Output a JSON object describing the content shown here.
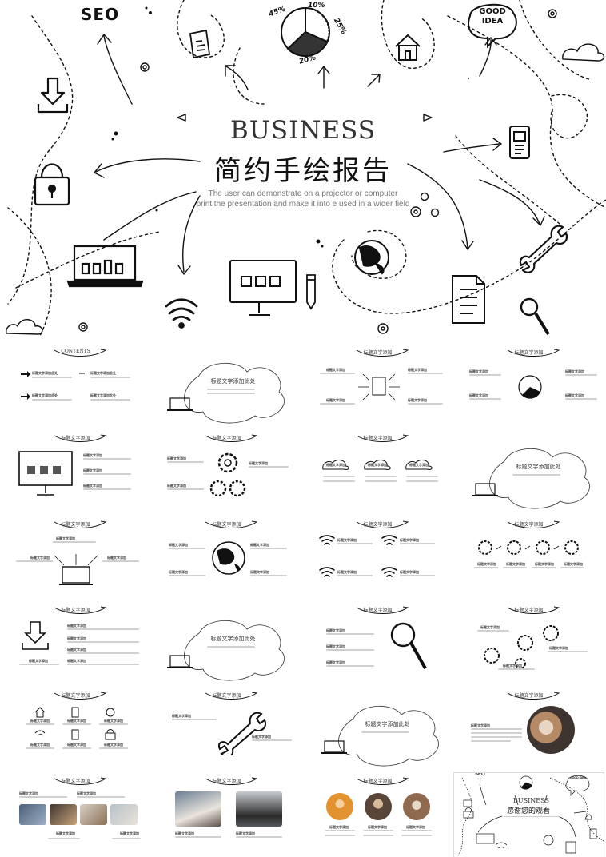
{
  "hero": {
    "title_en": "BUSINESS",
    "title_cn": "简约手绘报告",
    "subtitle_line1": "The user can demonstrate on a projector or computer",
    "subtitle_line2": "print the presentation and make it into e used in a wider field",
    "seo_label": "SEO",
    "good_idea_label": "GOOD\nIDEA",
    "pie_labels": [
      "45%",
      "10%",
      "25%",
      "20%"
    ]
  },
  "thumbs": {
    "contents_title": "CONTENTS",
    "slide_title": "标题文字添加",
    "cloud_title": "标题文字添加此处",
    "item_title": "标题文字添加此处",
    "small_label": "标题文字添加",
    "end_title_en": "BUSINESS",
    "end_title_cn": "感谢您的观看",
    "seo_small": "SEO",
    "idea_small": "GOOD IDEA"
  },
  "colors": {
    "ink": "#111111",
    "paper": "#ffffff",
    "muted": "#999999",
    "photo_warm": "#c9a37a",
    "photo_orange": "#e3922f",
    "photo_dark": "#3e3530",
    "photo_blue": "#4a5f7a"
  },
  "icons": [
    "download-icon",
    "lock-icon",
    "laptop-icon",
    "wifi-icon",
    "monitor-icon",
    "pencil-icon",
    "globe-icon",
    "document-icon",
    "magnifier-icon",
    "wrench-icon",
    "phone-icon",
    "home-icon",
    "report-icon",
    "pie-chart-icon",
    "gear-icon",
    "cloud-icon"
  ]
}
